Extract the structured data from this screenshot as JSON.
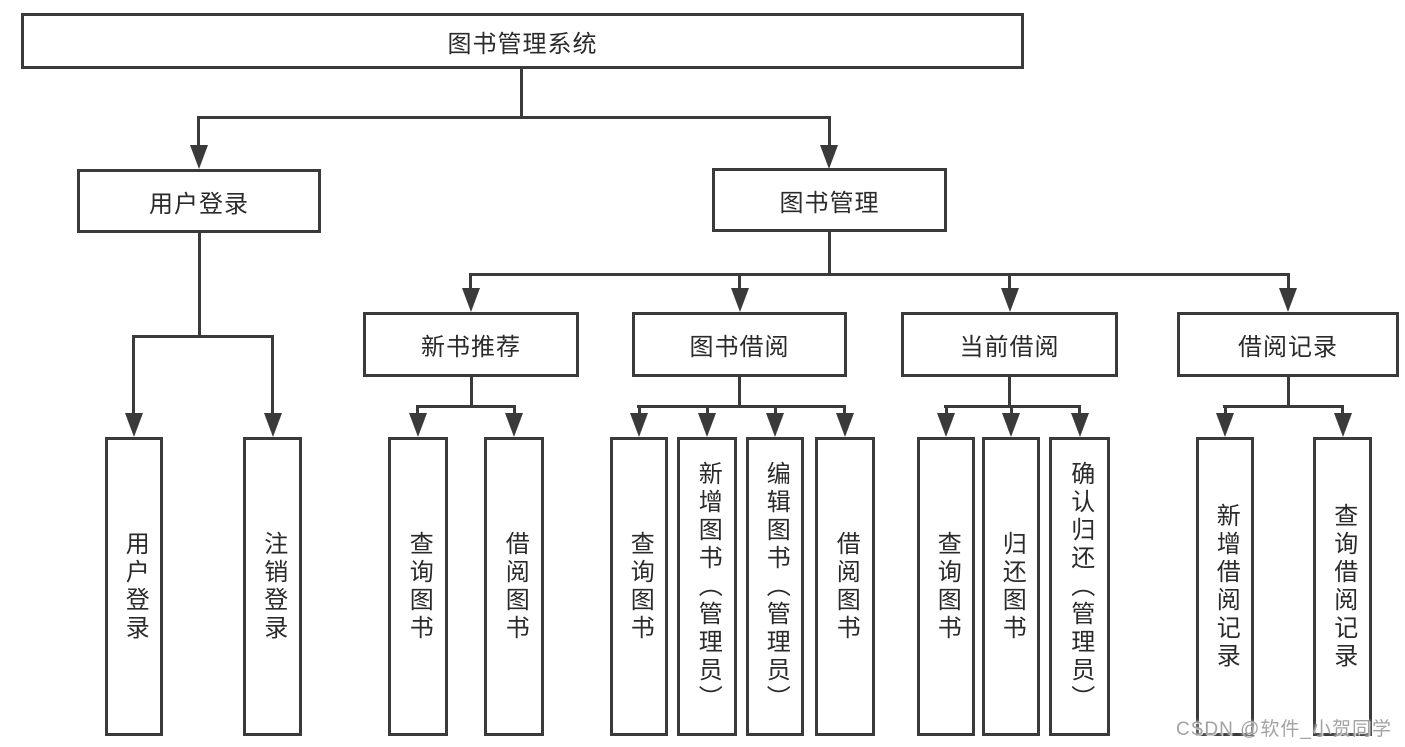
{
  "diagram": {
    "root": {
      "label": "图书管理系统"
    },
    "login_branch": {
      "label": "用户登录",
      "leaves": {
        "login": "用户登录",
        "logout": "注销登录"
      }
    },
    "management_branch": {
      "label": "图书管理",
      "sections": {
        "new_books": {
          "label": "新书推荐",
          "leaves": {
            "query": "查询图书",
            "borrow": "借阅图书"
          }
        },
        "borrowing": {
          "label": "图书借阅",
          "leaves": {
            "query": "查询图书",
            "add": "新增图书（管理员）",
            "edit": "编辑图书（管理员）",
            "borrow": "借阅图书"
          }
        },
        "current": {
          "label": "当前借阅",
          "leaves": {
            "query": "查询图书",
            "return": "归还图书",
            "confirm": "确认归还（管理员）"
          }
        },
        "records": {
          "label": "借阅记录",
          "leaves": {
            "add": "新增借阅记录",
            "query": "查询借阅记录"
          }
        }
      }
    }
  },
  "watermark": {
    "text": "CSDN @软件_小贺同学"
  },
  "colors": {
    "line": "#3a3a3a",
    "text": "#2a2a2a",
    "watermark": "#a3a3a3",
    "background": "#ffffff"
  }
}
